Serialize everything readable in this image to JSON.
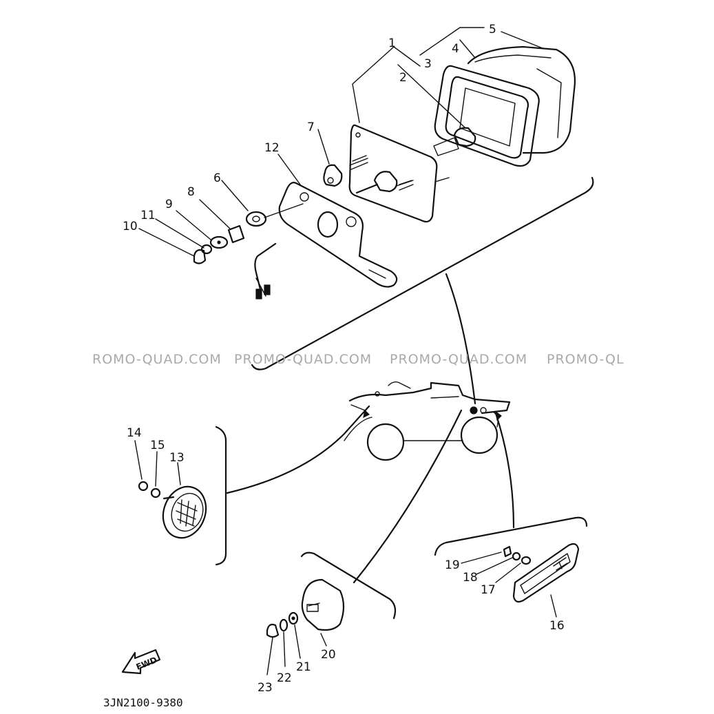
{
  "diagram": {
    "code": "3JN2100-9380",
    "fwd_label": "FWD",
    "watermarks": [
      "ROMO-QUAD.COM",
      "PROMO-QUAD.COM",
      "PROMO-QUAD.COM",
      "PROMO-QL"
    ],
    "callouts": [
      "1",
      "2",
      "3",
      "4",
      "5",
      "6",
      "7",
      "8",
      "9",
      "11",
      "10",
      "12",
      "13",
      "14",
      "15",
      "16",
      "17",
      "18",
      "19",
      "20",
      "21",
      "22",
      "23"
    ]
  }
}
